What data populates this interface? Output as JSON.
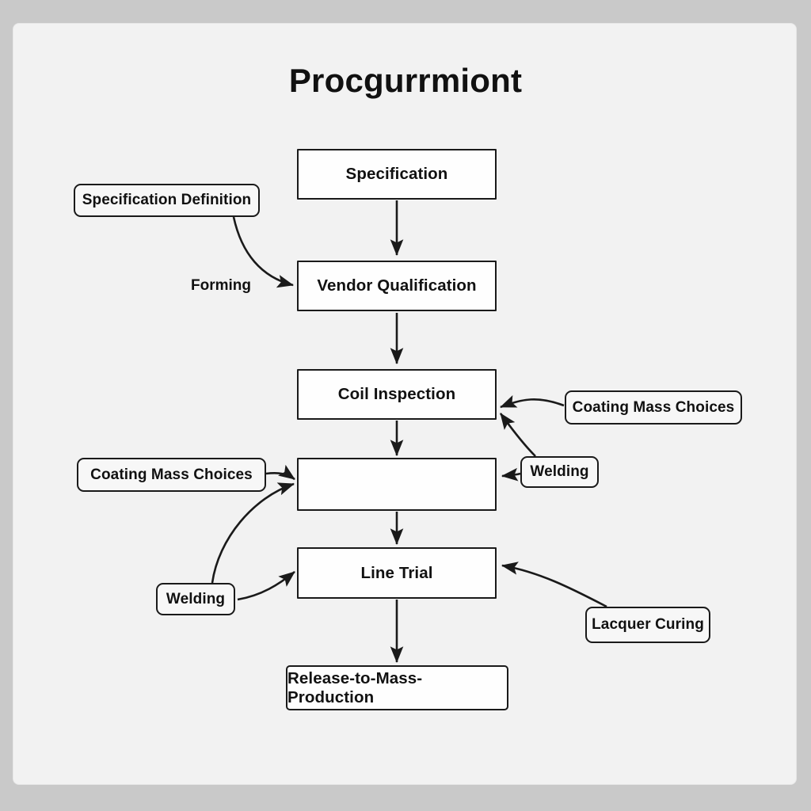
{
  "diagram": {
    "title": "Procgurrmiont",
    "background_color": "#c9c9c9",
    "canvas_color": "#f2f2f2",
    "stroke_color": "#1a1a1a",
    "text_color": "#111111",
    "process_nodes": [
      {
        "id": "specification",
        "label": "Specification"
      },
      {
        "id": "vendor-qualification",
        "label": "Vendor Qualification"
      },
      {
        "id": "coil-inspection",
        "label": "Coil Inspection"
      },
      {
        "id": "unlabeled-step",
        "label": ""
      },
      {
        "id": "line-trial",
        "label": "Line Trial"
      },
      {
        "id": "release-to-mass-production",
        "label": "Release-to-Mass-Production"
      }
    ],
    "annotation_nodes": [
      {
        "id": "specification-definition",
        "label": "Specification Definition"
      },
      {
        "id": "coating-mass-choices-right",
        "label": "Coating Mass Choices"
      },
      {
        "id": "welding-right",
        "label": "Welding"
      },
      {
        "id": "coating-mass-choices-left",
        "label": "Coating Mass Choices"
      },
      {
        "id": "welding-left",
        "label": "Welding"
      },
      {
        "id": "lacquer-curing",
        "label": "Lacquer Curing"
      }
    ],
    "plain_labels": [
      {
        "id": "forming",
        "label": "Forming"
      }
    ],
    "edges": [
      {
        "from": "specification",
        "to": "vendor-qualification",
        "style": "straight"
      },
      {
        "from": "vendor-qualification",
        "to": "coil-inspection",
        "style": "straight"
      },
      {
        "from": "coil-inspection",
        "to": "unlabeled-step",
        "style": "straight"
      },
      {
        "from": "unlabeled-step",
        "to": "line-trial",
        "style": "straight"
      },
      {
        "from": "line-trial",
        "to": "release-to-mass-production",
        "style": "straight"
      },
      {
        "from": "specification-definition",
        "to": "vendor-qualification",
        "style": "curved"
      },
      {
        "from": "coating-mass-choices-right",
        "to": "coil-inspection",
        "style": "curved"
      },
      {
        "from": "welding-right",
        "to": "coil-inspection",
        "style": "curved"
      },
      {
        "from": "coating-mass-choices-left",
        "to": "unlabeled-step",
        "style": "curved"
      },
      {
        "from": "welding-left",
        "to": "unlabeled-step",
        "style": "curved"
      },
      {
        "from": "welding-right",
        "to": "unlabeled-step",
        "style": "curved"
      },
      {
        "from": "welding-left",
        "to": "line-trial",
        "style": "curved"
      },
      {
        "from": "lacquer-curing",
        "to": "line-trial",
        "style": "curved"
      }
    ]
  }
}
